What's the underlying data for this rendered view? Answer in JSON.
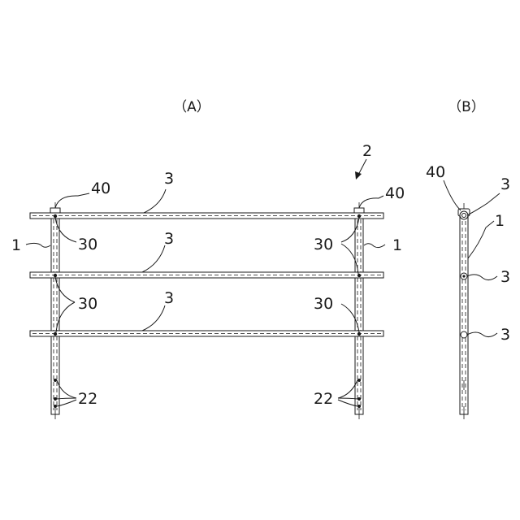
{
  "figure": {
    "caption_a": "（A）",
    "caption_b": "（B）",
    "labels": {
      "fence": "2",
      "rail_top": "3",
      "rail_mid": "3",
      "rail_bot": "3",
      "cap_left": "40",
      "cap_right": "40",
      "post_left": "1",
      "post_right": "1",
      "joint_l1": "30",
      "joint_l2": "30",
      "joint_r1": "30",
      "joint_r2": "30",
      "holes_left": "22",
      "holes_right": "22",
      "b_cap": "40",
      "b_rail_top": "3",
      "b_post": "1",
      "b_rail_mid": "3",
      "b_rail_bot": "3"
    }
  }
}
